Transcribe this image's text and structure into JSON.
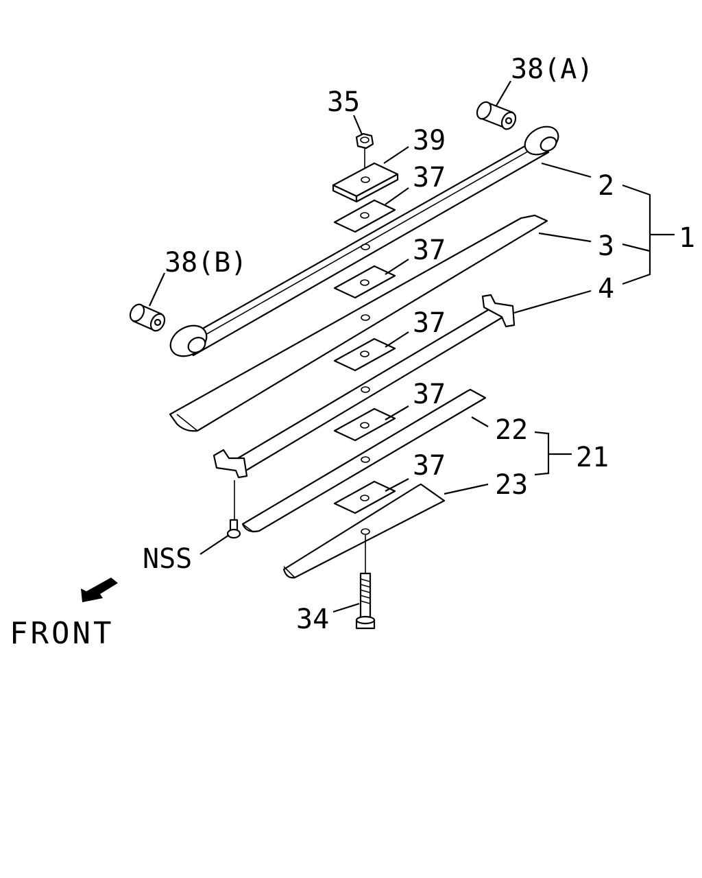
{
  "labels": {
    "p38a": "38(A)",
    "p35": "35",
    "p39": "39",
    "p37_1": "37",
    "p2": "2",
    "p3": "3",
    "p1": "1",
    "p38b": "38(B)",
    "p37_2": "37",
    "p4": "4",
    "p37_3": "37",
    "p37_4": "37",
    "p22": "22",
    "p21": "21",
    "p37_5": "37",
    "p23": "23",
    "nss": "NSS",
    "p34": "34",
    "front": "FRONT"
  }
}
